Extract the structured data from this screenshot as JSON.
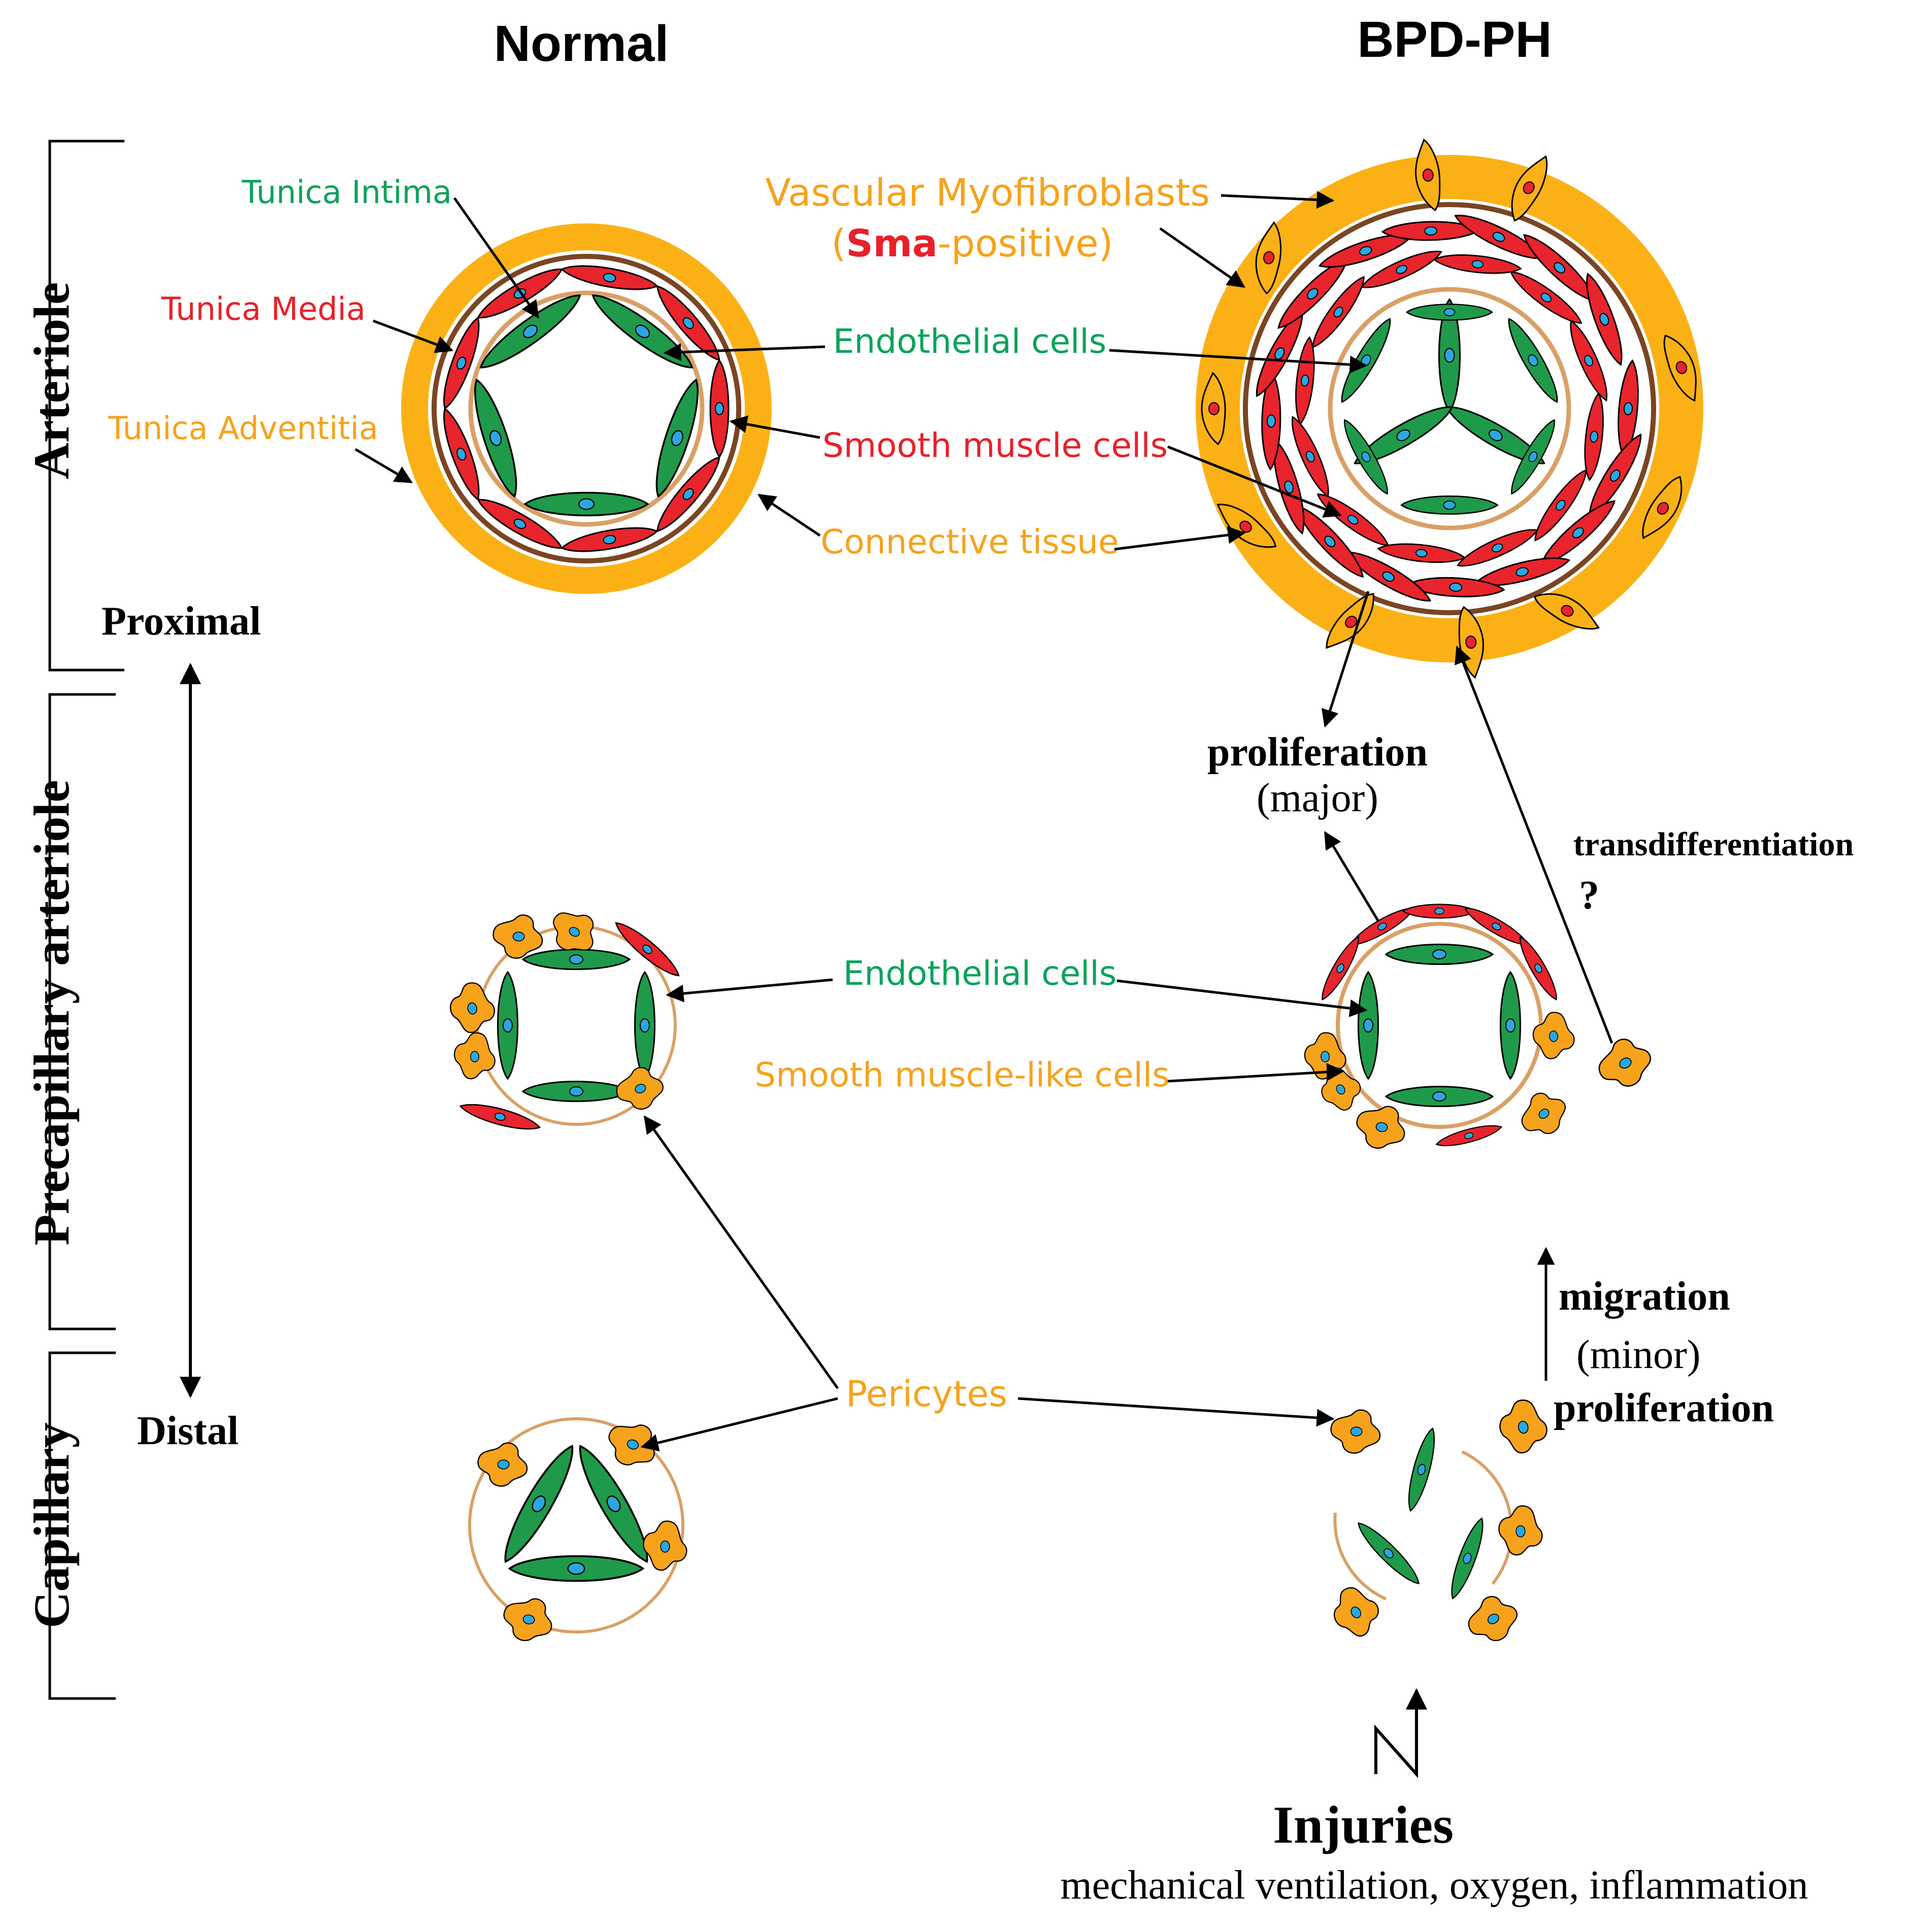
{
  "headings": {
    "normal": "Normal",
    "bpd_ph": "BPD-PH"
  },
  "side_labels": {
    "arteriole": "Arteriole",
    "precapillary_arteriole": "Precapillary arteriole",
    "capillary": "Capillary",
    "proximal": "Proximal",
    "distal": "Distal"
  },
  "labels": {
    "tunica_intima": "Tunica Intima",
    "tunica_media": "Tunica Media",
    "tunica_adventitia": "Tunica Adventitia",
    "vascular_myofibroblasts": "Vascular Myofibroblasts",
    "sma_open": "(",
    "sma_word": "Sma",
    "sma_rest": "-positive)",
    "endothelial_cells_top": "Endothelial cells",
    "smooth_muscle_cells": "Smooth muscle cells",
    "connective_tissue": "Connective tissue",
    "endothelial_cells_mid": "Endothelial cells",
    "smooth_muscle_like_cells": "Smooth muscle-like cells",
    "pericytes": "Pericytes"
  },
  "processes": {
    "proliferation_major": "proliferation",
    "major": "(major)",
    "transdifferentiation": "transdifferentiation",
    "question": "?",
    "migration": "migration",
    "minor": "(minor)",
    "proliferation": "proliferation"
  },
  "injuries": {
    "title": "Injuries",
    "causes": "mechanical ventilation, oxygen, inflammation"
  },
  "colors": {
    "green_label": "#0aa35a",
    "red_label": "#e8202a",
    "orange_label": "#f7a21b",
    "adventitia": "#fbb116",
    "connective": "#7a4523",
    "intima_ring": "#d9a066",
    "endothelial": "#1f9a4a",
    "smooth_muscle": "#e8242c",
    "pericyte": "#f7a21b",
    "nucleus": "#2aa7e0"
  }
}
